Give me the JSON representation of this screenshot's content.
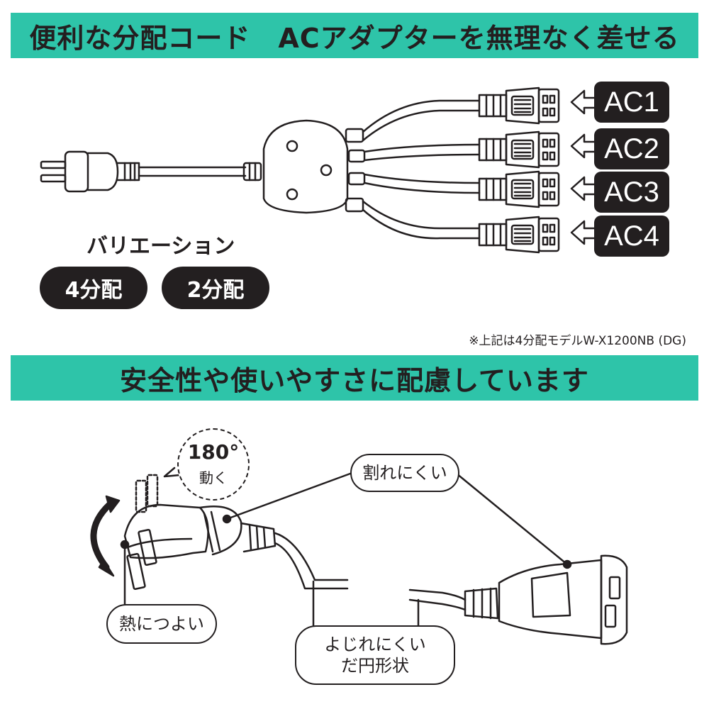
{
  "header_top": "便利な分配コード　ACアダプターを無理なく差せる",
  "outlets": [
    "AC1",
    "AC2",
    "AC3",
    "AC4"
  ],
  "variation": {
    "title": "バリエーション",
    "options": [
      "4分配",
      "2分配"
    ]
  },
  "model_note": "※上記は4分配モデルW-X1200NB (DG)",
  "header_bottom": "安全性や使いやすさに配慮しています",
  "callouts": {
    "rotate_degrees": "180°",
    "rotate_label": "動く",
    "crack_resistant": "割れにくい",
    "heat_resistant": "熱につよい",
    "twist_line1": "よじれにくい",
    "twist_line2": "だ円形状"
  },
  "colors": {
    "banner": "#2ec4a9",
    "ink": "#231f20"
  }
}
